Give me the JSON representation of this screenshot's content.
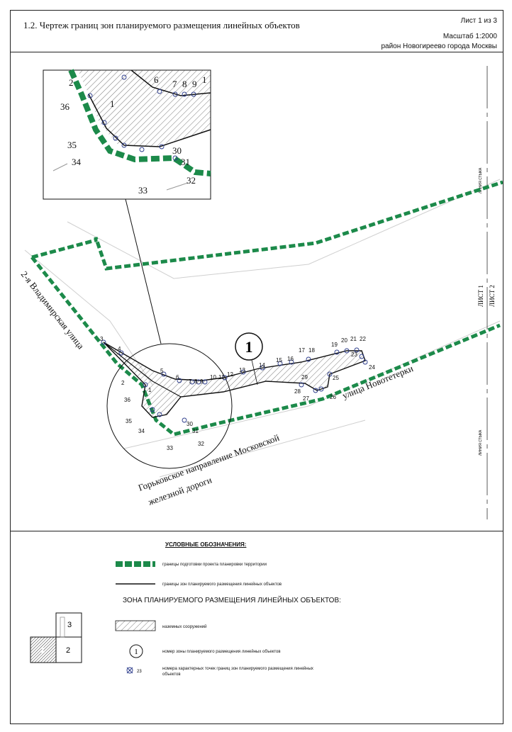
{
  "header": {
    "title": "1.2.  Чертеж границ зон планируемого размещения линейных объектов",
    "sheet": "Лист 1 из 3",
    "scale": "Масштаб 1:2000",
    "district": "район Новогиреево города Москвы"
  },
  "map": {
    "zone_number": "1",
    "streets": {
      "vladimirskaya": "2-я Владимирская улица",
      "novoteterki": "улица Новотетерки",
      "railway_line1": "Горьковское направление Московской",
      "railway_line2": "железной дороги"
    },
    "junction_label_top": "ЛИНИЯ СТЫКА",
    "junction_label_bottom": "ЛИНИЯ СТЫКА",
    "sheet_labels": [
      "ЛИСТ 1",
      "ЛИСТ 2"
    ],
    "point_labels": [
      "1",
      "2",
      "3",
      "4",
      "5",
      "6",
      "7",
      "8",
      "9",
      "10",
      "11",
      "12",
      "13",
      "14",
      "15",
      "16",
      "17",
      "18",
      "19",
      "20",
      "21",
      "22",
      "23",
      "24",
      "25",
      "26",
      "27",
      "28",
      "29",
      "30",
      "31",
      "32",
      "33",
      "34",
      "35",
      "36"
    ],
    "inset_labels": [
      "2",
      "6",
      "7",
      "8",
      "9",
      "1",
      "36",
      "1",
      "35",
      "34",
      "33",
      "30",
      "31",
      "32"
    ]
  },
  "legend": {
    "title": "УСЛОВНЫЕ ОБОЗНАЧЕНИЯ:",
    "green_boundary": "границы подготовки проекта планировки территории",
    "black_boundary": "границы зон планируемого размещения линейных объектов",
    "zone_heading": "ЗОНА ПЛАНИРУЕМОГО РАЗМЕЩЕНИЯ ЛИНЕЙНЫХ ОБЪЕКТОВ:",
    "hatched": "наземных сооружений",
    "zone_number_symbol": "1",
    "zone_number_text": "номер зоны планируемого размещения линейных объектов",
    "point_symbol_number": "23",
    "point_text": "номера    характерных    точек    границ    зон    планируемого размещения линейных объектов",
    "index_cells": [
      "1",
      "2",
      "3"
    ]
  },
  "colors": {
    "green": "#1c8a4a",
    "line": "#111111",
    "point": "#2a3a8a"
  }
}
